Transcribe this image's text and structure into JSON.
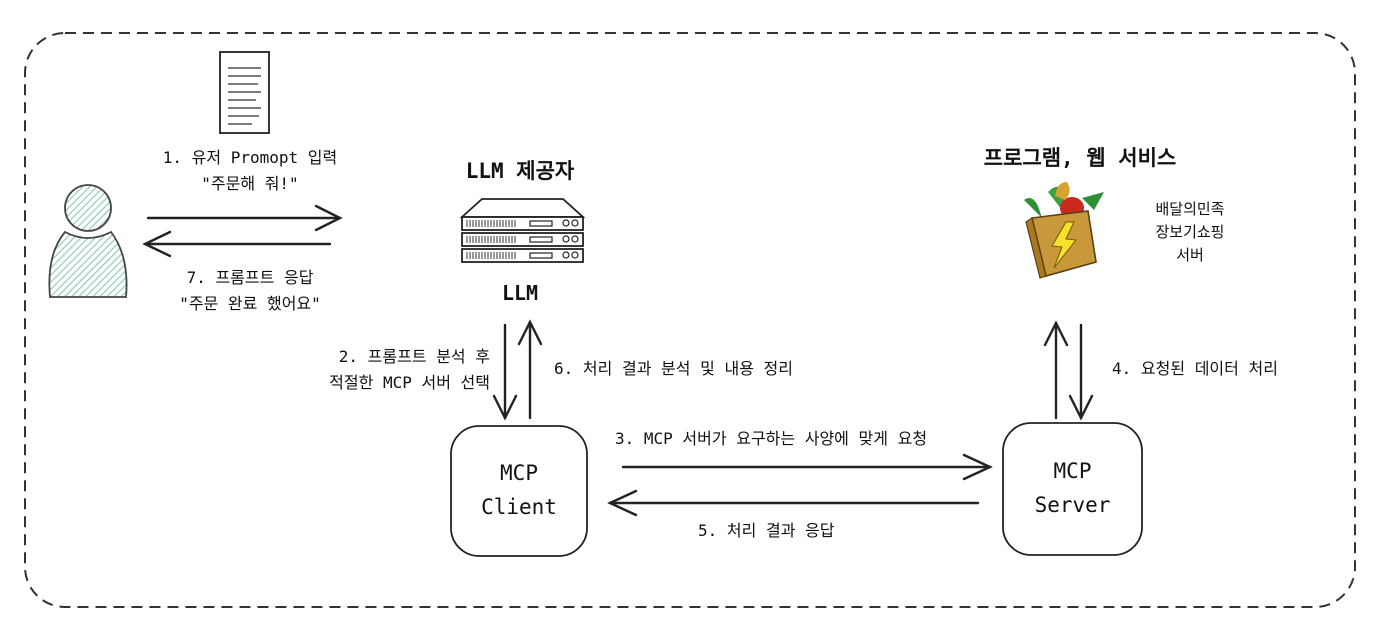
{
  "step1": {
    "label": "1. 유저 Promopt 입력",
    "quote": "\"주문해 줘!\""
  },
  "step7": {
    "label": "7. 프롬프트 응답",
    "quote": "\"주문 완료 했어요\""
  },
  "llm": {
    "provider_title": "LLM 제공자",
    "label": "LLM"
  },
  "service": {
    "title": "프로그램, 웹 서비스",
    "name_lines": [
      "배달의민족",
      "장보기쇼핑",
      "서버"
    ]
  },
  "step2": {
    "lines": [
      "2. 프롬프트 분석 후",
      "적절한 MCP 서버 선택"
    ]
  },
  "step6": {
    "label": "6. 처리 결과 분석 및 내용 정리"
  },
  "step4": {
    "label": "4. 요청된 데이터 처리"
  },
  "step3": {
    "label": "3. MCP 서버가 요구하는 사양에 맞게 요청"
  },
  "step5": {
    "label": "5. 처리 결과 응답"
  },
  "mcp_client": {
    "lines": [
      "MCP",
      "Client"
    ]
  },
  "mcp_server": {
    "lines": [
      "MCP",
      "Server"
    ]
  }
}
